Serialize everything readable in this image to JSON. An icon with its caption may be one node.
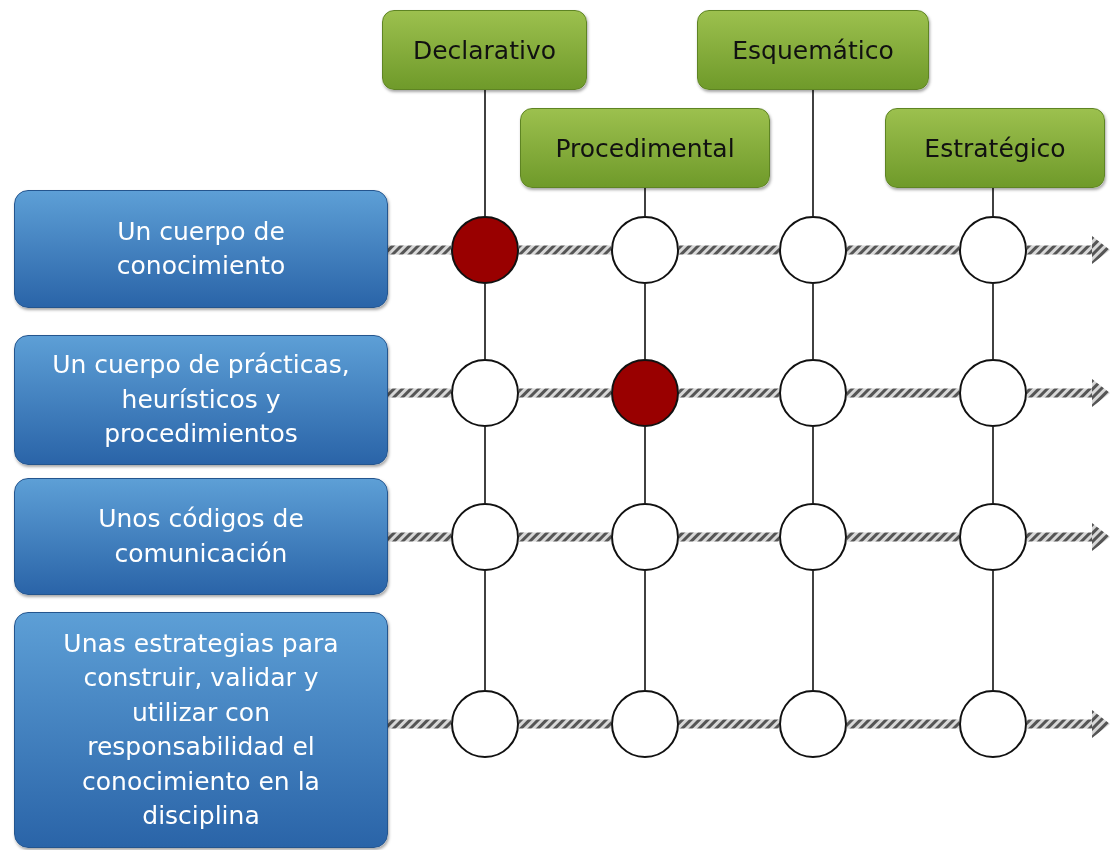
{
  "diagram": {
    "nodes": [
      {
        "text": [
          "Declarativo"
        ]
      },
      {
        "text": [
          "Esquemático"
        ]
      },
      {
        "text": [
          "Procedimental"
        ]
      },
      {
        "text": [
          "Estratégico"
        ]
      },
      {
        "text": [
          "Un cuerpo de conocimiento"
        ]
      },
      {
        "text": [
          "Un cuerpo de prácticas, heurísticos y procedimientos"
        ]
      },
      {
        "text": [
          "Unos códigos de comunicación"
        ]
      },
      {
        "text": [
          "Unas estrategias para construir, validar y utilizar con responsabilidad el conocimiento en la disciplina"
        ]
      },
      {
        "text": [],
        "shape": "circle"
      },
      {
        "text": [],
        "shape": "circle"
      },
      {
        "text": [],
        "shape": "circle"
      },
      {
        "text": [],
        "shape": "circle"
      },
      {
        "text": [],
        "shape": "circle"
      },
      {
        "text": [],
        "shape": "circle"
      },
      {
        "text": [],
        "shape": "circle"
      },
      {
        "text": [],
        "shape": "circle"
      },
      {
        "text": [],
        "shape": "circle"
      },
      {
        "text": [],
        "shape": "circle"
      },
      {
        "text": [],
        "shape": "circle"
      },
      {
        "text": [],
        "shape": "circle"
      },
      {
        "text": [],
        "shape": "circle"
      },
      {
        "text": [],
        "shape": "circle"
      },
      {
        "text": [],
        "shape": "circle"
      },
      {
        "text": [],
        "shape": "circle"
      }
    ],
    "edges": [
      {
        "from": 0,
        "to": 8,
        "arrow": "none"
      },
      {
        "from": 8,
        "to": 12,
        "arrow": "none"
      },
      {
        "from": 12,
        "to": 16,
        "arrow": "none"
      },
      {
        "from": 16,
        "to": 20,
        "arrow": "none"
      },
      {
        "from": 2,
        "to": 9,
        "arrow": "none"
      },
      {
        "from": 9,
        "to": 13,
        "arrow": "none"
      },
      {
        "from": 13,
        "to": 17,
        "arrow": "none"
      },
      {
        "from": 17,
        "to": 21,
        "arrow": "none"
      },
      {
        "from": 1,
        "to": 10,
        "arrow": "none"
      },
      {
        "from": 10,
        "to": 14,
        "arrow": "none"
      },
      {
        "from": 14,
        "to": 18,
        "arrow": "none"
      },
      {
        "from": 18,
        "to": 22,
        "arrow": "none"
      },
      {
        "from": 3,
        "to": 11,
        "arrow": "none"
      },
      {
        "from": 11,
        "to": 15,
        "arrow": "none"
      },
      {
        "from": 15,
        "to": 19,
        "arrow": "none"
      },
      {
        "from": 19,
        "to": 23,
        "arrow": "none"
      },
      {
        "from": 4,
        "to": 8,
        "arrow": "none",
        "style": "thick"
      },
      {
        "from": 8,
        "to": 9,
        "arrow": "none",
        "style": "thick"
      },
      {
        "from": 9,
        "to": 10,
        "arrow": "none",
        "style": "thick"
      },
      {
        "from": 10,
        "to": 11,
        "arrow": "none",
        "style": "thick"
      },
      {
        "from": 11,
        "to": null,
        "arrow": "to",
        "style": "thick"
      },
      {
        "from": 5,
        "to": 12,
        "arrow": "none",
        "style": "thick"
      },
      {
        "from": 12,
        "to": 13,
        "arrow": "none",
        "style": "thick"
      },
      {
        "from": 13,
        "to": 14,
        "arrow": "none",
        "style": "thick"
      },
      {
        "from": 14,
        "to": 15,
        "arrow": "none",
        "style": "thick"
      },
      {
        "from": 15,
        "to": null,
        "arrow": "to",
        "style": "thick"
      },
      {
        "from": 6,
        "to": 16,
        "arrow": "none",
        "style": "thick"
      },
      {
        "from": 16,
        "to": 17,
        "arrow": "none",
        "style": "thick"
      },
      {
        "from": 17,
        "to": 18,
        "arrow": "none",
        "style": "thick"
      },
      {
        "from": 18,
        "to": 19,
        "arrow": "none",
        "style": "thick"
      },
      {
        "from": 19,
        "to": null,
        "arrow": "to",
        "style": "thick"
      },
      {
        "from": 7,
        "to": 20,
        "arrow": "none",
        "style": "thick"
      },
      {
        "from": 20,
        "to": 21,
        "arrow": "none",
        "style": "thick"
      },
      {
        "from": 21,
        "to": 22,
        "arrow": "none",
        "style": "thick"
      },
      {
        "from": 22,
        "to": 23,
        "arrow": "none",
        "style": "thick"
      },
      {
        "from": 23,
        "to": null,
        "arrow": "to",
        "style": "thick"
      }
    ]
  }
}
